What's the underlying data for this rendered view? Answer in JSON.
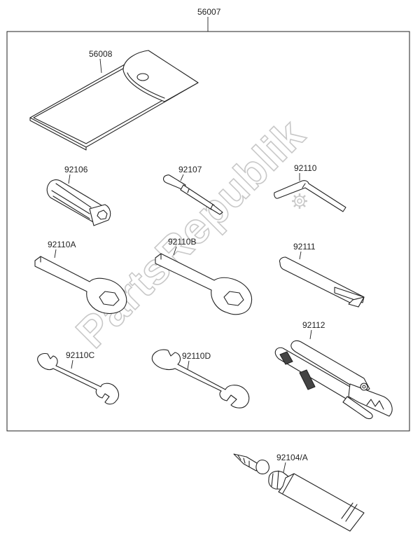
{
  "labels": {
    "kit": "56007",
    "pouch": "56008",
    "p92106": "92106",
    "p92107": "92107",
    "p92110": "92110",
    "p92110A": "92110A",
    "p92110B": "92110B",
    "p92111": "92111",
    "p92110C": "92110C",
    "p92110D": "92110D",
    "p92112": "92112",
    "p92104": "92104/A"
  },
  "watermark": "PartsRepublik",
  "colors": {
    "line": "#222222",
    "watermark": "#c8c8c8"
  }
}
